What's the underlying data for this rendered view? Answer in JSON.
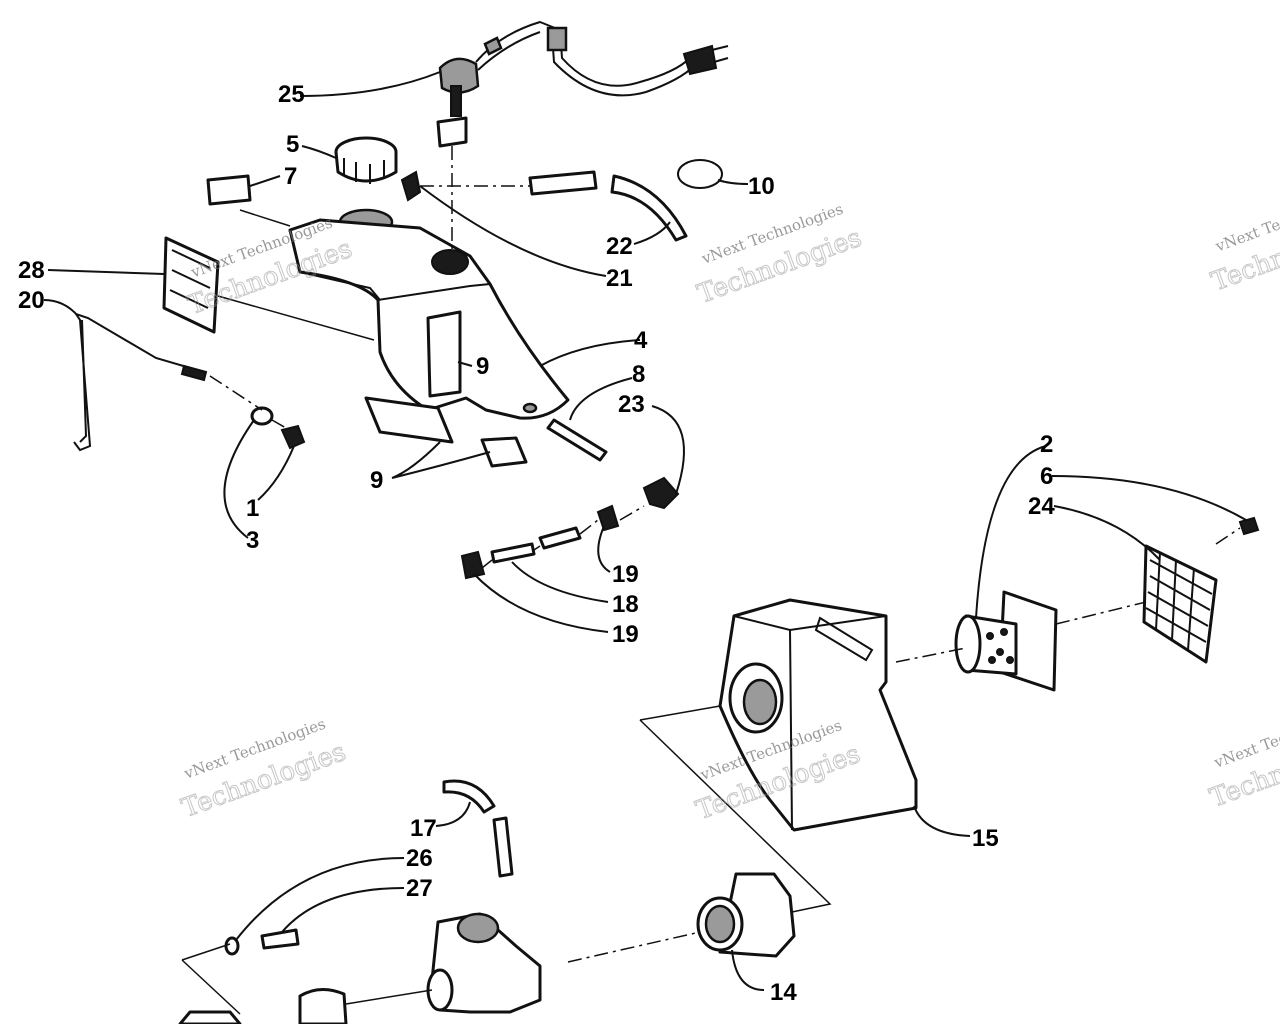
{
  "diagram": {
    "type": "exploded-parts-diagram",
    "callouts": [
      {
        "id": "c25",
        "text": "25"
      },
      {
        "id": "c5",
        "text": "5"
      },
      {
        "id": "c7",
        "text": "7"
      },
      {
        "id": "c10",
        "text": "10"
      },
      {
        "id": "c22",
        "text": "22"
      },
      {
        "id": "c21",
        "text": "21"
      },
      {
        "id": "c28",
        "text": "28"
      },
      {
        "id": "c20",
        "text": "20"
      },
      {
        "id": "c9a",
        "text": "9"
      },
      {
        "id": "c4",
        "text": "4"
      },
      {
        "id": "c8",
        "text": "8"
      },
      {
        "id": "c23",
        "text": "23"
      },
      {
        "id": "c9b",
        "text": "9"
      },
      {
        "id": "c1",
        "text": "1"
      },
      {
        "id": "c3",
        "text": "3"
      },
      {
        "id": "c2",
        "text": "2"
      },
      {
        "id": "c6",
        "text": "6"
      },
      {
        "id": "c24",
        "text": "24"
      },
      {
        "id": "c19a",
        "text": "19"
      },
      {
        "id": "c18",
        "text": "18"
      },
      {
        "id": "c19b",
        "text": "19"
      },
      {
        "id": "c15",
        "text": "15"
      },
      {
        "id": "c17",
        "text": "17"
      },
      {
        "id": "c26",
        "text": "26"
      },
      {
        "id": "c27",
        "text": "27"
      },
      {
        "id": "c14",
        "text": "14"
      }
    ]
  },
  "watermark": {
    "line1": "vNext Technologies",
    "line2": "Technologies"
  }
}
